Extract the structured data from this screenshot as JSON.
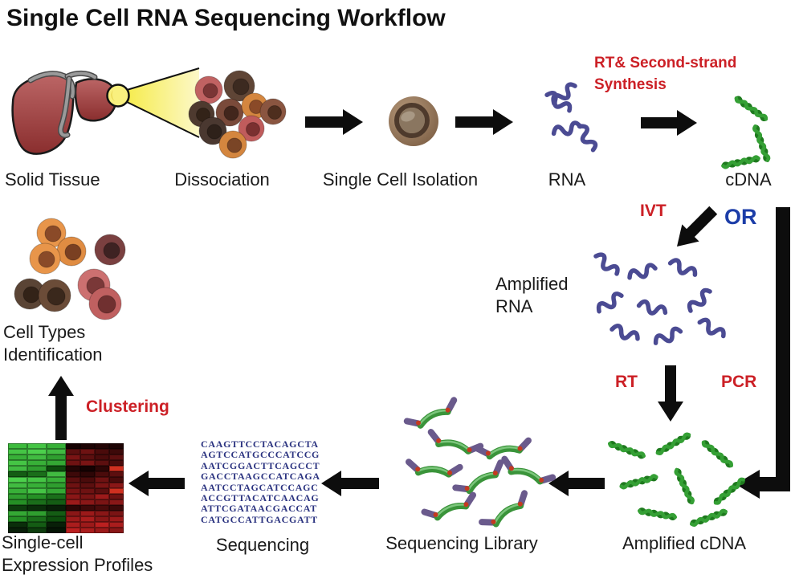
{
  "title": "Single Cell RNA Sequencing Workflow",
  "steps": {
    "solid_tissue": "Solid Tissue",
    "dissociation": "Dissociation",
    "single_cell_isolation": "Single Cell Isolation",
    "rna": "RNA",
    "cdna": "cDNA",
    "amplified_rna_line1": "Amplified",
    "amplified_rna_line2": "RNA",
    "amplified_cdna": "Amplified cDNA",
    "sequencing_library": "Sequencing Library",
    "sequencing": "Sequencing",
    "expression_profiles_line1": "Single-cell",
    "expression_profiles_line2": "Expression Profiles",
    "cell_types_line1": "Cell Types",
    "cell_types_line2": "Identification"
  },
  "process_labels": {
    "rt_second_strand_line1": "RT& Second-strand",
    "rt_second_strand_line2": "Synthesis",
    "ivt": "IVT",
    "or": "OR",
    "rt": "RT",
    "pcr": "PCR",
    "clustering": "Clustering"
  },
  "sequencing_reads": [
    "CAAGTTCCTACAGCTA",
    "AGTCCATGCCCATCCG",
    "AATCGGACTTCAGCCT",
    "GACCTAAGCCATCAGA",
    "AATCCTAGCATCCAGC",
    "ACCGTTACATCAACAG",
    "ATTCGATAACGACCAT",
    "CATGCCATTGACGATT"
  ],
  "colors": {
    "process_red": "#cc2026",
    "or_blue": "#1c3da8",
    "label_black": "#1a1a1a",
    "rna_blue": "#4b4b93",
    "dna_green": "#2f8f2f",
    "read_navy": "#2b3380",
    "arrow_black": "#0d0d0d",
    "liver_red": "#9c3a3a",
    "cone_yellow": "#f6ec4e"
  },
  "heatmap": {
    "rows": 16,
    "cols": 7,
    "green_cols": 3,
    "matrix": [
      [
        "#3dbb3d",
        "#45c545",
        "#38b038",
        "#150202",
        "#1d0404",
        "#230505",
        "#1d0404"
      ],
      [
        "#45c545",
        "#4cd04c",
        "#41bb41",
        "#5c0f0f",
        "#6e1212",
        "#4a0b0b",
        "#3d0909"
      ],
      [
        "#38b038",
        "#41bb41",
        "#2f9e2f",
        "#7a1414",
        "#5c0f0f",
        "#4a0b0b",
        "#5c0f0f"
      ],
      [
        "#45c545",
        "#38b038",
        "#34a834",
        "#6e1212",
        "#7a1414",
        "#5c0f0f",
        "#4a0b0b"
      ],
      [
        "#41bb41",
        "#2f9e2f",
        "#0d4d0d",
        "#230505",
        "#150202",
        "#2d0606",
        "#d03020"
      ],
      [
        "#145c14",
        "#1a6e1a",
        "#41bb41",
        "#3d0909",
        "#2d0606",
        "#4a0b0b",
        "#5c0f0f"
      ],
      [
        "#4cd04c",
        "#45c545",
        "#38b038",
        "#5c0f0f",
        "#4a0b0b",
        "#6e1212",
        "#4a0b0b"
      ],
      [
        "#41bb41",
        "#38b038",
        "#2f9e2f",
        "#6e1212",
        "#5c0f0f",
        "#7a1414",
        "#8a1717"
      ],
      [
        "#38b038",
        "#45c545",
        "#34a834",
        "#7a1414",
        "#6e1212",
        "#5c0f0f",
        "#d03020"
      ],
      [
        "#2f9e2f",
        "#259025",
        "#1a6e1a",
        "#8a1717",
        "#7a1414",
        "#9c1a1a",
        "#6e1212"
      ],
      [
        "#259025",
        "#1a6e1a",
        "#145c14",
        "#9c1a1a",
        "#8a1717",
        "#7a1414",
        "#8a1717"
      ],
      [
        "#0d3d0d",
        "#0a2e0a",
        "#081f08",
        "#2d0606",
        "#3d0909",
        "#4a0b0b",
        "#3d0909"
      ],
      [
        "#34a834",
        "#2f9e2f",
        "#145c14",
        "#8a1717",
        "#9c1a1a",
        "#8a1717",
        "#7a1414"
      ],
      [
        "#259025",
        "#1a6e1a",
        "#0d4d0d",
        "#9c1a1a",
        "#aa1d1d",
        "#8a1717",
        "#9c1a1a"
      ],
      [
        "#0a2e0a",
        "#145c14",
        "#081f08",
        "#aa1d1d",
        "#9c1a1a",
        "#bb2020",
        "#aa1d1d"
      ],
      [
        "#081f08",
        "#0d3d0d",
        "#051505",
        "#bb2020",
        "#aa1d1d",
        "#9c1a1a",
        "#8a1717"
      ]
    ]
  }
}
